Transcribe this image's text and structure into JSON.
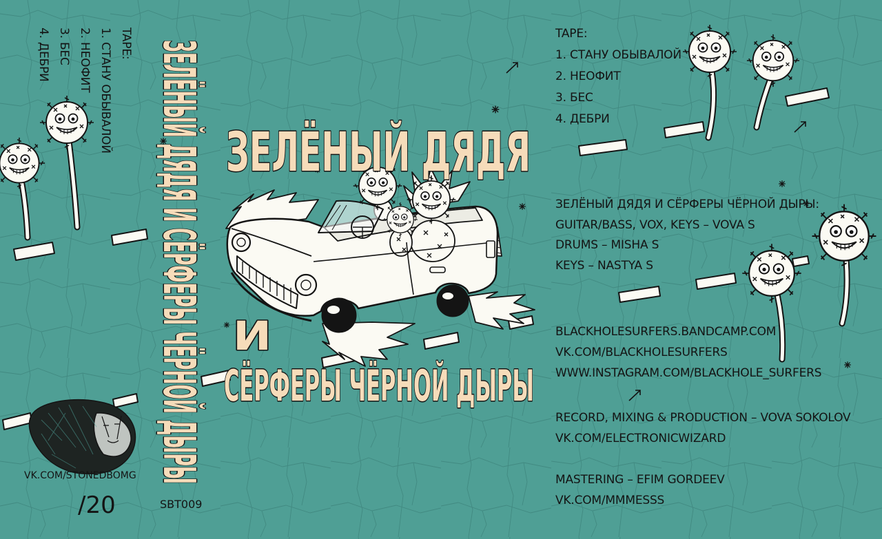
{
  "colors": {
    "background": "#4f9f95",
    "cream": "#f6dcba",
    "ink": "#141414",
    "paper_white": "#fbfaf3"
  },
  "left_panel": {
    "tracklist_heading": "TAPE:",
    "tracks": [
      "1. СТАНУ ОБЫВАЛОЙ",
      "2. НЕОФИТ",
      "3. БЕС",
      "4. ДЕБРИ"
    ],
    "label_link": "VK.COM/STONEDBOMG",
    "year": "/20"
  },
  "spine": {
    "title": "ЗЕЛЁНЫЙ ДЯДЯ И СЁРФЕРЫ ЧЁРНОЙ ДЫРЫ",
    "catalog_number": "SBT009"
  },
  "front": {
    "title_line1": "ЗЕЛЁНЫЙ ДЯДЯ",
    "title_line2": "И",
    "title_line3": "СЁРФЕРЫ ЧЁРНОЙ ДЫРЫ"
  },
  "right_panel": {
    "tracklist_heading": "TAPE:",
    "tracks": [
      "1. СТАНУ ОБЫВАЛОЙ",
      "2. НЕОФИТ",
      "3. БЕС",
      "4. ДЕБРИ"
    ],
    "band_heading": "ЗЕЛЁНЫЙ ДЯДЯ И СЁРФЕРЫ ЧЁРНОЙ ДЫРЫ:",
    "members": [
      "GUITAR/BASS, VOX, KEYS – VOVA S",
      "DRUMS – MISHA S",
      "KEYS – NASTYA S"
    ],
    "links": [
      "BLACKHOLESURFERS.BANDCAMP.COM",
      "VK.COM/BLACKHOLESURFERS",
      "WWW.INSTAGRAM.COM/BLACKHOLE_SURFERS"
    ],
    "production_credit": "RECORD, MIXING & PRODUCTION – VOVA SOKOLOV",
    "production_link": "VK.COM/ELECTRONICWIZARD",
    "mastering_credit": "MASTERING – EFIM GORDEEV",
    "mastering_link": "VK.COM/MMMESSS"
  },
  "illustrations": [
    "dandelion-face-icon",
    "car-illustration",
    "road-dash",
    "flame-doodle",
    "star-doodle",
    "arrow-doodle",
    "sketch-portrait"
  ]
}
